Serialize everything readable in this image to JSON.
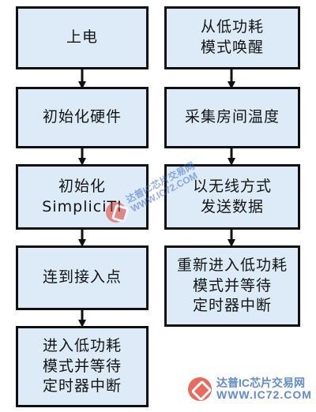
{
  "diagram": {
    "left_column": [
      {
        "lines": [
          "上电"
        ]
      },
      {
        "lines": [
          "初始化硬件"
        ]
      },
      {
        "lines": [
          "初始化",
          "SimpliciTI"
        ]
      },
      {
        "lines": [
          "连到接入点"
        ]
      },
      {
        "lines": [
          "进入低功耗",
          "模式并等待",
          "定时器中断"
        ]
      }
    ],
    "right_column": [
      {
        "lines": [
          "从低功耗",
          "模式唤醒"
        ]
      },
      {
        "lines": [
          "采集房间温度"
        ]
      },
      {
        "lines": [
          "以无线方式",
          "发送数据"
        ]
      },
      {
        "lines": [
          "重新进入低功耗",
          "模式并等待",
          "定时器中断"
        ]
      }
    ]
  },
  "watermark": {
    "name": "达普IC芯片交易网",
    "url": "WWW.IC72.COM",
    "logo_color": "#e23a2a",
    "text_color": "#2a63c4"
  },
  "colors": {
    "box_fill": "#dcebf7",
    "box_border": "#101010",
    "arrow": "#101010"
  }
}
